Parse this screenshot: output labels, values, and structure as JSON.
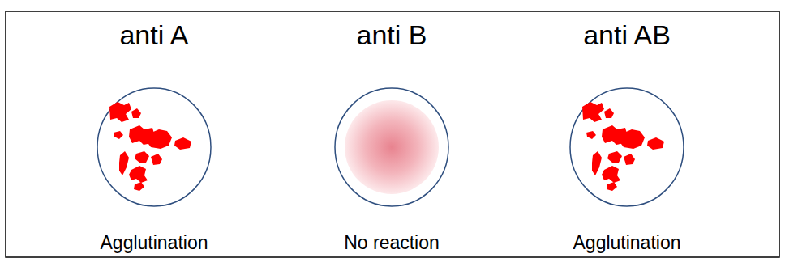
{
  "diagram": {
    "nodes": [
      {
        "text": [
          "anti A",
          "Agglutination"
        ]
      },
      {
        "text": [
          "anti B",
          "No reaction"
        ]
      },
      {
        "text": [
          "anti AB",
          "Agglutination"
        ]
      }
    ]
  }
}
